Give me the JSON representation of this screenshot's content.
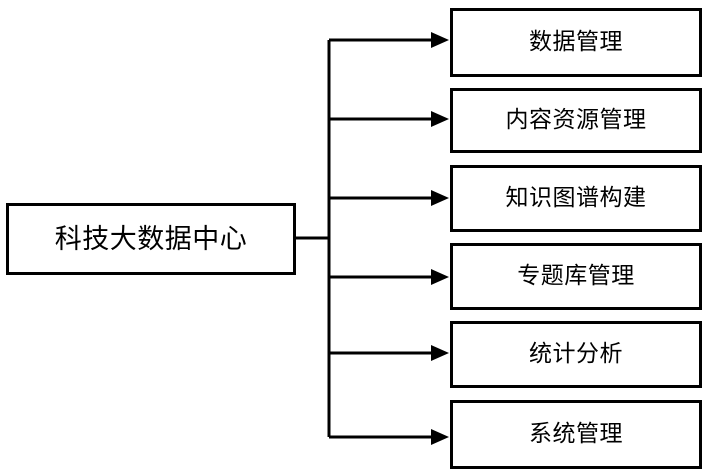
{
  "diagram": {
    "type": "hierarchy-tree",
    "orientation": "left-to-right",
    "title_node": {
      "label": "科技大数据中心"
    },
    "branches": [
      {
        "label": "数据管理"
      },
      {
        "label": "内容资源管理"
      },
      {
        "label": "知识图谱构建"
      },
      {
        "label": "专题库管理"
      },
      {
        "label": "统计分析"
      },
      {
        "label": "系统管理"
      }
    ],
    "colors": {
      "background": "#ffffff",
      "border": "#000000",
      "text": "#000000",
      "connector": "#000000"
    }
  }
}
